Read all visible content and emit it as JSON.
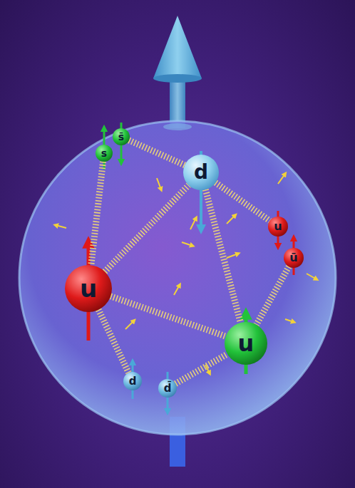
{
  "diagram": {
    "nodes": [
      {
        "text": [
          "s̄"
        ]
      },
      {
        "text": [
          "s"
        ]
      },
      {
        "text": [
          "d"
        ]
      },
      {
        "text": [
          "u"
        ]
      },
      {
        "text": [
          "ū"
        ]
      },
      {
        "text": [
          "u"
        ]
      },
      {
        "text": [
          "u"
        ]
      },
      {
        "text": [
          "d"
        ]
      },
      {
        "text": [
          "d̄"
        ]
      }
    ],
    "edges": [
      {
        "from": 0,
        "to": 2,
        "arrow": "none"
      },
      {
        "from": 5,
        "to": 2,
        "arrow": "none"
      },
      {
        "from": 5,
        "to": 6,
        "arrow": "none"
      },
      {
        "from": 2,
        "to": 6,
        "arrow": "none"
      },
      {
        "from": 2,
        "to": 3,
        "arrow": "none"
      },
      {
        "from": 5,
        "to": 7,
        "arrow": "none"
      },
      {
        "from": 8,
        "to": 6,
        "arrow": "none"
      },
      {
        "from": 4,
        "to": 6,
        "arrow": "none"
      },
      {
        "from": 1,
        "to": 5,
        "arrow": "none"
      }
    ]
  }
}
